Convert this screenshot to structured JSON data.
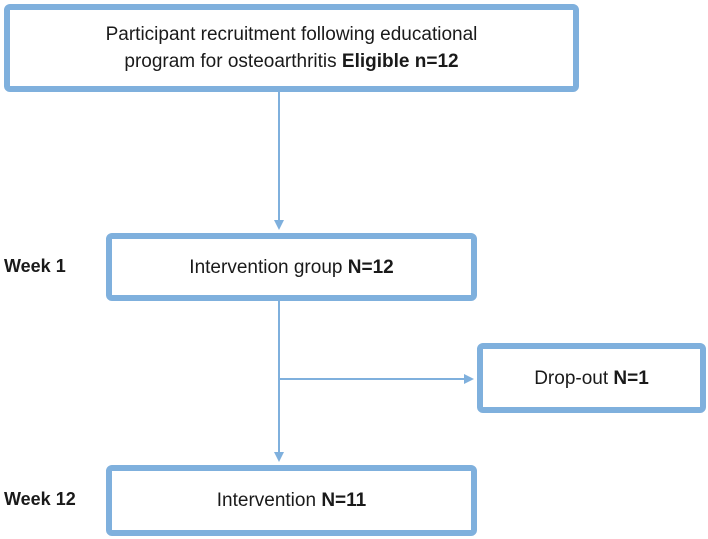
{
  "colors": {
    "box_border": "#7fb0dd",
    "arrow": "#7fb0dd",
    "text": "#1a1a1a"
  },
  "boxes": {
    "recruit": {
      "line1": "Participant recruitment following educational",
      "line2_text": "program for osteoarthritis",
      "line2_bold": "Eligible n=12"
    },
    "intervention_group": {
      "text": "Intervention group",
      "bold": "N=12"
    },
    "dropout": {
      "text": "Drop-out",
      "bold": "N=1"
    },
    "intervention": {
      "text": "Intervention",
      "bold": "N=11"
    }
  },
  "labels": {
    "week1": "Week 1",
    "week12": "Week 12"
  }
}
